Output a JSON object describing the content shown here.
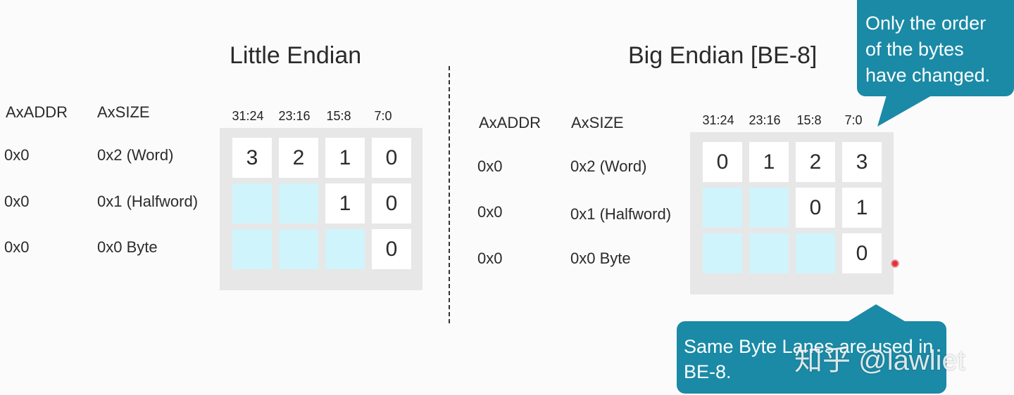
{
  "left": {
    "title": "Little Endian",
    "col_headers": [
      "AxADDR",
      "AxSIZE"
    ],
    "bit_labels": [
      "31:24",
      "23:16",
      "15:8",
      "7:0"
    ],
    "rows": [
      {
        "addr": "0x0",
        "size": "0x2 (Word)",
        "cells": [
          "3",
          "2",
          "1",
          "0"
        ]
      },
      {
        "addr": "0x0",
        "size": "0x1 (Halfword)",
        "cells": [
          "",
          "",
          "1",
          "0"
        ]
      },
      {
        "addr": "0x0",
        "size": "0x0 Byte",
        "cells": [
          "",
          "",
          "",
          "0"
        ]
      }
    ]
  },
  "right": {
    "title": "Big Endian [BE-8]",
    "col_headers": [
      "AxADDR",
      "AxSIZE"
    ],
    "bit_labels": [
      "31:24",
      "23:16",
      "15:8",
      "7:0"
    ],
    "rows": [
      {
        "addr": "0x0",
        "size": "0x2 (Word)",
        "cells": [
          "0",
          "1",
          "2",
          "3"
        ]
      },
      {
        "addr": "0x0",
        "size": "0x1 (Halfword)",
        "cells": [
          "",
          "",
          "0",
          "1"
        ]
      },
      {
        "addr": "0x0",
        "size": "0x0 Byte",
        "cells": [
          "",
          "",
          "",
          "0"
        ]
      }
    ]
  },
  "callout_top": {
    "lines": [
      "Only the order",
      "of the bytes",
      "have changed."
    ]
  },
  "callout_bottom": {
    "lines": [
      "Same Byte Lanes are used in",
      "BE-8."
    ]
  },
  "watermark": "知乎 @lawliet",
  "colors": {
    "callout": "#1a8aa6",
    "empty_cell": "#cff4fb",
    "panel": "#e7e7e7"
  }
}
